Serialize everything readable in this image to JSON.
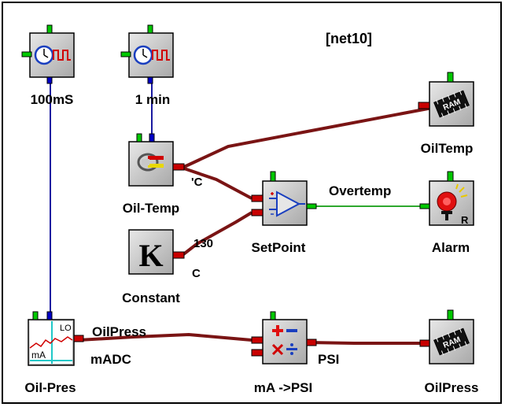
{
  "diagram": {
    "net_label": "[net10]",
    "blocks": {
      "clock1": {
        "label": "100mS"
      },
      "clock2": {
        "label": "1 min"
      },
      "oil_temp": {
        "label": "Oil-Temp"
      },
      "constant": {
        "label": "Constant"
      },
      "setpoint": {
        "label": "SetPoint"
      },
      "ram1": {
        "label": "OilTemp"
      },
      "alarm": {
        "label": "Alarm"
      },
      "oil_pres": {
        "label": "Oil-Pres"
      },
      "converter": {
        "label": "mA ->PSI"
      },
      "ram2": {
        "label": "OilPress"
      }
    },
    "wire_labels": {
      "unit_c_deg": "'C",
      "const_value": "130",
      "const_unit": "C",
      "overtemp": "Overtemp",
      "oilpress": "OilPress",
      "madc": "mADC",
      "psi": "PSI"
    },
    "icons": {
      "ram_text": "RAM",
      "adc_lo": "LO",
      "adc_ma": "mA",
      "alarm_r": "R",
      "constant_k": "K"
    }
  },
  "colors": {
    "block_face": "#c8c8c8",
    "wire_data": "#7a1414",
    "wire_clock": "#1a1aa0",
    "wire_alarm": "#2ea82e",
    "port_green": "#00c800",
    "port_blue": "#0000c8",
    "port_red": "#c80000"
  }
}
